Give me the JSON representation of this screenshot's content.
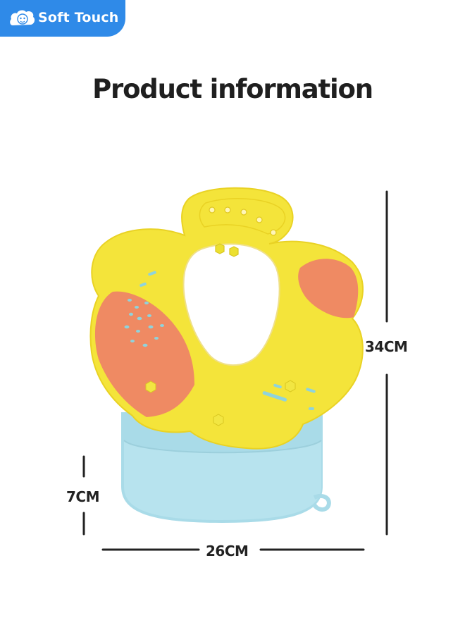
{
  "brand": {
    "name": "Soft Touch",
    "logo_icon": "elephant-logo-icon",
    "color": "#2f8ae8"
  },
  "title": "Product information",
  "product": {
    "image_icon": "silicone-baby-bib-image",
    "colors": {
      "bib": "#f4e43a",
      "patch": "#ef8a63",
      "pocket": "#a9dbe8",
      "dots": "#8fd3dc"
    }
  },
  "dimensions": {
    "height": "34CM",
    "pocket_depth": "7CM",
    "width": "26CM"
  }
}
